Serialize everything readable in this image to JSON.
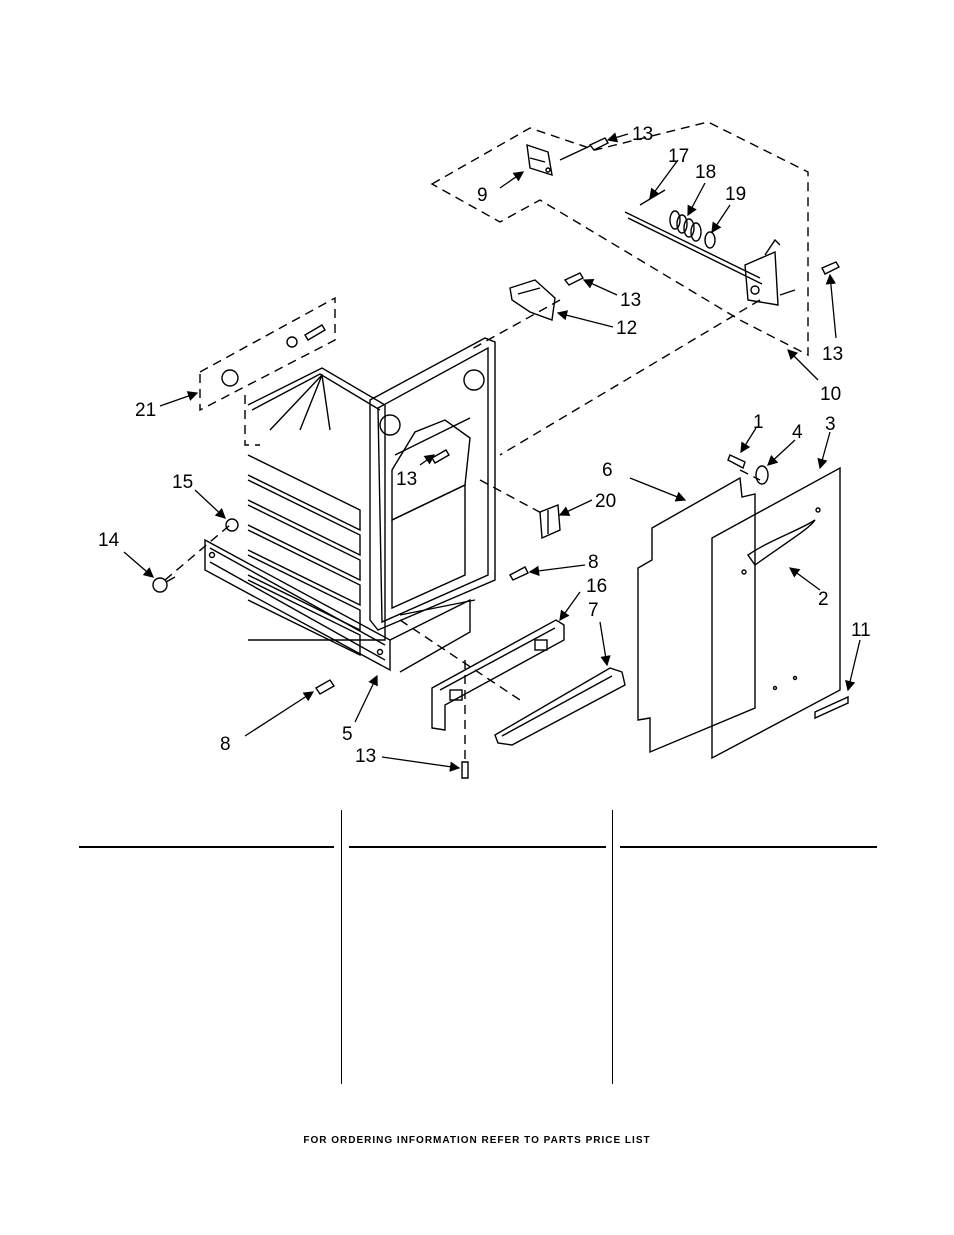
{
  "callouts": {
    "c1": "1",
    "c2": "2",
    "c3": "3",
    "c4": "4",
    "c5": "5",
    "c6": "6",
    "c7": "7",
    "c8a": "8",
    "c8b": "8",
    "c9": "9",
    "c10": "10",
    "c11": "11",
    "c12": "12",
    "c13a": "13",
    "c13b": "13",
    "c13c": "13",
    "c13d": "13",
    "c13e": "13",
    "c14": "14",
    "c15": "15",
    "c16": "16",
    "c17": "17",
    "c18": "18",
    "c19": "19",
    "c20": "20",
    "c21": "21"
  },
  "footer": {
    "text": "FOR ORDERING INFORMATION REFER TO PARTS PRICE LIST"
  },
  "colors": {
    "line": "#000000",
    "background": "#ffffff"
  }
}
